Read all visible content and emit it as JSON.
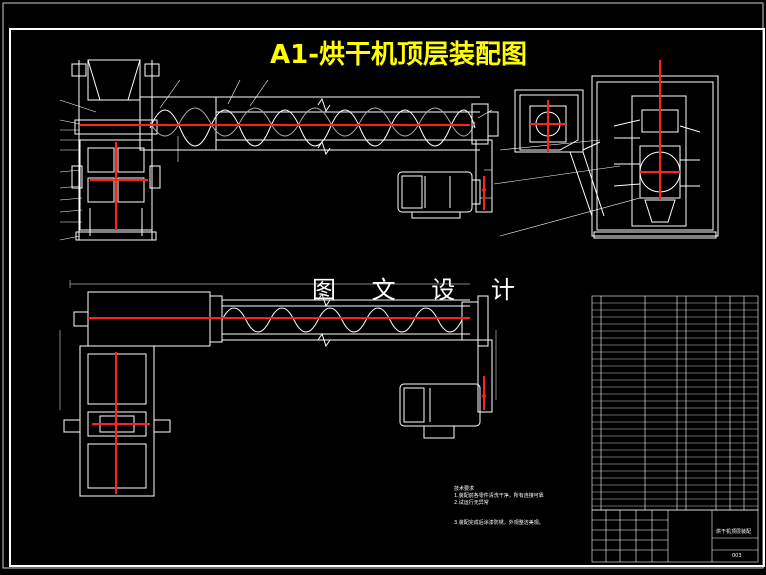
{
  "title": "A1-烘干机顶层装配图",
  "watermark": "图 文 设 计",
  "colors": {
    "background": "#000000",
    "line": "#ffffff",
    "accent": "#ff2020",
    "title": "#ffff00"
  },
  "notes": {
    "line1": "技术要求",
    "line2": "1.装配前各零件清洗干净，所有连接可靠",
    "line3": "2.试运行无异常",
    "line4": "3.装配完成后涂漆防锈，外观整洁美观。"
  },
  "title_block": {
    "name": "烘干机顶层装配",
    "code": "003"
  }
}
